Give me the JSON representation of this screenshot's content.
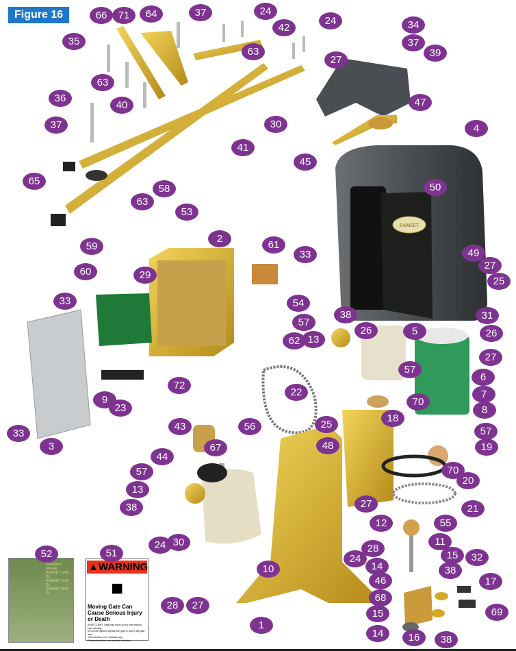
{
  "figure_label": "Figure 16",
  "callouts": [
    "66",
    "71",
    "64",
    "37",
    "24",
    "24",
    "42",
    "35",
    "34",
    "37",
    "39",
    "63",
    "63",
    "27",
    "36",
    "40",
    "47",
    "30",
    "37",
    "41",
    "45",
    "4",
    "65",
    "58",
    "50",
    "63",
    "53",
    "2",
    "61",
    "33",
    "59",
    "60",
    "49",
    "29",
    "27",
    "25",
    "54",
    "33",
    "38",
    "26",
    "5",
    "31",
    "57",
    "13",
    "26",
    "27",
    "62",
    "72",
    "57",
    "22",
    "9",
    "6",
    "7",
    "8",
    "23",
    "33",
    "3",
    "25",
    "18",
    "70",
    "43",
    "56",
    "48",
    "57",
    "19",
    "67",
    "44",
    "70",
    "57",
    "20",
    "13",
    "38",
    "21",
    "27",
    "12",
    "55",
    "10",
    "52",
    "51",
    "30",
    "24",
    "28",
    "11",
    "24",
    "14",
    "15",
    "38",
    "32",
    "46",
    "17",
    "68",
    "28",
    "27",
    "15",
    "69",
    "14",
    "16",
    "38",
    "1"
  ],
  "manual": {
    "title_lines": [
      "Installation Manual",
      "RAMSET 1000 DL",
      "RAMSET 1500 DL",
      "RAMSET 2000 DL"
    ],
    "brand": "RAMSET"
  },
  "warning_label": {
    "header": "WARNING",
    "title": "Moving Gate Can Cause Serious Injury or Death",
    "lines": [
      "KEEP CLEAR: Gate may move at any time without prior warning.",
      "Do not let children operate the gate or play in the gate area.",
      "This entrance is for vehicles only.",
      "Pedestrians must use separate entrance."
    ]
  },
  "enclosure_badge": "RAMSET",
  "colors": {
    "callout": "#7e3391",
    "figure_label_bg": "#1f77c8",
    "brass": "#d4ac2c",
    "motor_green": "#2f9a5a",
    "cover": "#3a3d3f",
    "warning_red": "#e8321c"
  }
}
